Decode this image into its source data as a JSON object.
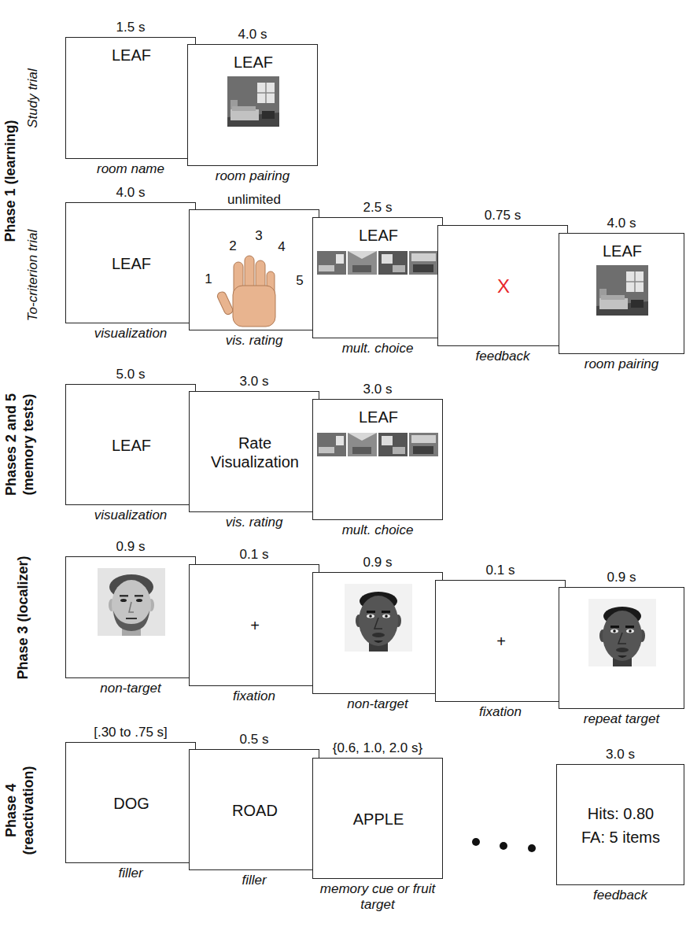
{
  "diagram": {
    "nodes": [
      {
        "text": [
          "1.5 s",
          "LEAF",
          "room name"
        ]
      },
      {
        "text": [
          "4.0 s",
          "LEAF",
          "room pairing"
        ]
      },
      {
        "text": [
          "4.0 s",
          "LEAF",
          "visualization"
        ]
      },
      {
        "text": [
          "unlimited",
          "1",
          "2",
          "3",
          "4",
          "5",
          "vis. rating"
        ]
      },
      {
        "text": [
          "2.5 s",
          "LEAF",
          "mult. choice"
        ]
      },
      {
        "text": [
          "0.75 s",
          "X",
          "feedback"
        ]
      },
      {
        "text": [
          "4.0 s",
          "LEAF",
          "room pairing"
        ]
      },
      {
        "text": [
          "5.0 s",
          "LEAF",
          "visualization"
        ]
      },
      {
        "text": [
          "3.0 s",
          "Rate Visualization",
          "vis. rating"
        ]
      },
      {
        "text": [
          "3.0 s",
          "LEAF",
          "mult. choice"
        ]
      },
      {
        "text": [
          "0.9 s",
          "non-target"
        ]
      },
      {
        "text": [
          "0.1 s",
          "+",
          "fixation"
        ]
      },
      {
        "text": [
          "0.9 s",
          "non-target"
        ]
      },
      {
        "text": [
          "0.1 s",
          "+",
          "fixation"
        ]
      },
      {
        "text": [
          "0.9 s",
          "repeat target"
        ]
      },
      {
        "text": [
          "[.30 to .75 s]",
          "DOG",
          "filler"
        ]
      },
      {
        "text": [
          "0.5 s",
          "ROAD",
          "filler"
        ]
      },
      {
        "text": [
          "{0.6, 1.0, 2.0 s}",
          "APPLE",
          "memory cue or fruit target"
        ]
      },
      {
        "text": [
          "3.0 s",
          "Hits: 0.80",
          "FA: 5 items",
          "feedback"
        ]
      }
    ],
    "labels": [
      "Phase 1 (learning)",
      "Study trial",
      "To-criterion trial",
      "Phases 2 and 5 (memory tests)",
      "Phase 3 (localizer)",
      "Phase 4 (reactivation)"
    ]
  }
}
